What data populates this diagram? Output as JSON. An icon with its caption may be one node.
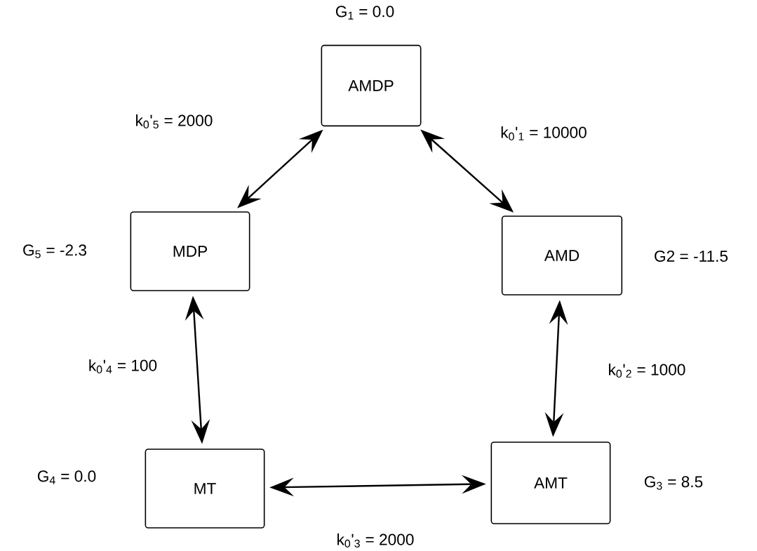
{
  "diagram": {
    "nodes": [
      {
        "text": [
          "AMDP"
        ],
        "beside": [
          "G$_{1}$ = 0.0"
        ]
      },
      {
        "text": [
          "AMD"
        ],
        "beside": [
          "G2 = -11.5"
        ]
      },
      {
        "text": [
          "AMT"
        ],
        "beside": [
          "G$_{3}$ = 8.5"
        ]
      },
      {
        "text": [
          "MT"
        ],
        "beside": [
          "G$_{4}$ = 0.0"
        ]
      },
      {
        "text": [
          "MDP"
        ],
        "beside": [
          "G$_{5}$ = -2.3"
        ]
      }
    ],
    "edges": [
      {
        "from": 0,
        "to": 1,
        "arrow": "both",
        "label": "k$_{0}$'$_{1}$ = 10000"
      },
      {
        "from": 1,
        "to": 2,
        "arrow": "both",
        "label": "k$_{0}$'$_{2}$ = 1000"
      },
      {
        "from": 2,
        "to": 3,
        "arrow": "both",
        "label": "k$_{0}$'$_{3}$ = 2000"
      },
      {
        "from": 3,
        "to": 4,
        "arrow": "both",
        "label": "k$_{0}$'$_{4}$ = 100"
      },
      {
        "from": 4,
        "to": 0,
        "arrow": "both",
        "label": "k$_{0}$'$_{5}$ = 2000"
      }
    ]
  }
}
